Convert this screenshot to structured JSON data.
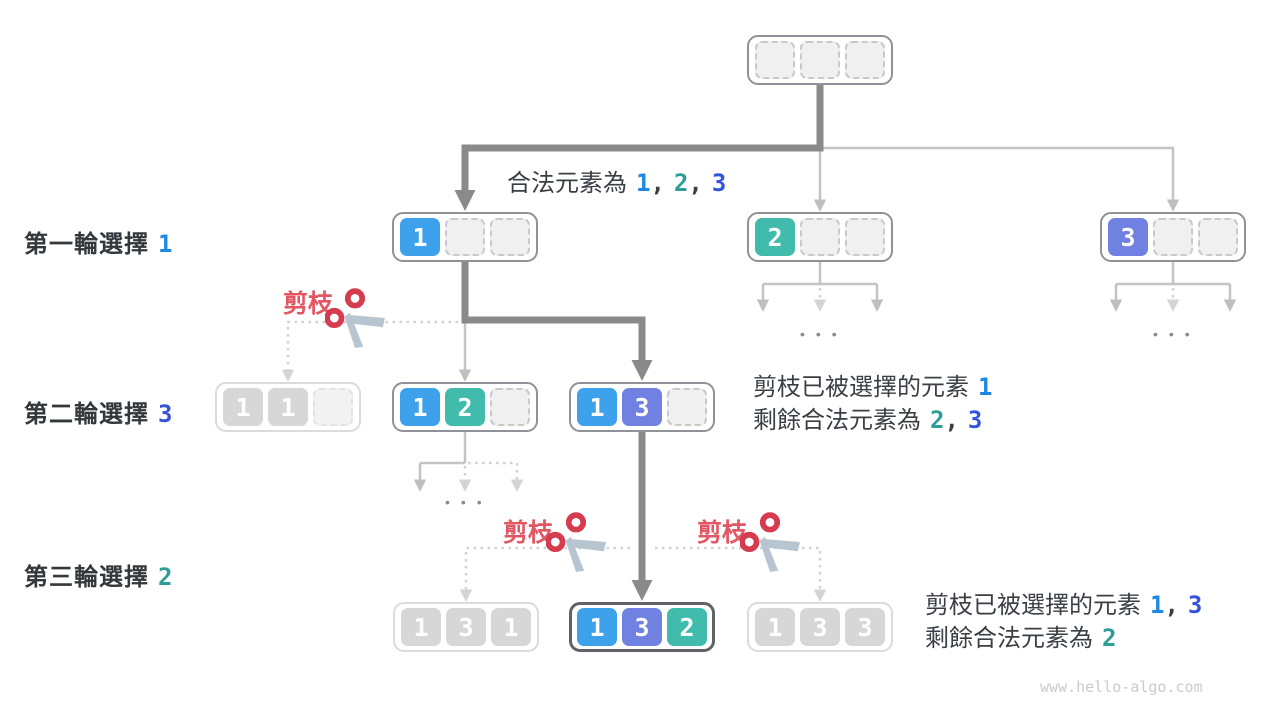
{
  "page": {
    "watermark": "www.hello-algo.com"
  },
  "colors": {
    "cell_blue": "#3EA1EC",
    "cell_teal": "#41BCAC",
    "cell_indigo": "#7081E2",
    "text_blue": "#1E88E5",
    "text_teal": "#2D9E95",
    "text_royal": "#3653DD",
    "prune_red": "#E25763",
    "dark_edge": "#8A8A8A",
    "light_edge": "#C4C4C4",
    "dotted_edge": "#D2D2D2"
  },
  "labels": {
    "round1": {
      "text": "第一輪選擇",
      "value": "1"
    },
    "round2": {
      "text": "第二輪選擇",
      "value": "3"
    },
    "round3": {
      "text": "第三輪選擇",
      "value": "2"
    },
    "prune": "剪枝",
    "ellipsis": "•••"
  },
  "annotations": {
    "valid": {
      "prefix": "合法元素為",
      "n1": "1",
      "sep1": ",",
      "n2": "2",
      "sep2": ",",
      "n3": "3"
    },
    "level2": {
      "line1_prefix": "剪枝已被選擇的元素",
      "line1_n1": "1",
      "line2_prefix": "剩餘合法元素為",
      "line2_n1": "2",
      "line2_sep": ",",
      "line2_n2": "3"
    },
    "level3": {
      "line1_prefix": "剪枝已被選擇的元素",
      "line1_n1": "1",
      "line1_sep": ",",
      "line1_n2": "3",
      "line2_prefix": "剩餘合法元素為",
      "line2_n1": "2"
    }
  },
  "nodes": {
    "root": {
      "cells": [
        "",
        "",
        ""
      ]
    },
    "choice_1": {
      "cells": [
        "1",
        "",
        ""
      ]
    },
    "choice_2": {
      "cells": [
        "2",
        "",
        ""
      ]
    },
    "choice_3": {
      "cells": [
        "3",
        "",
        ""
      ]
    },
    "path_1_1": {
      "cells": [
        "1",
        "1",
        ""
      ]
    },
    "path_1_2": {
      "cells": [
        "1",
        "2",
        ""
      ]
    },
    "path_1_3": {
      "cells": [
        "1",
        "3",
        ""
      ]
    },
    "path_1_3_1": {
      "cells": [
        "1",
        "3",
        "1"
      ]
    },
    "path_1_3_2": {
      "cells": [
        "1",
        "3",
        "2"
      ]
    },
    "path_1_3_3": {
      "cells": [
        "1",
        "3",
        "3"
      ]
    }
  }
}
